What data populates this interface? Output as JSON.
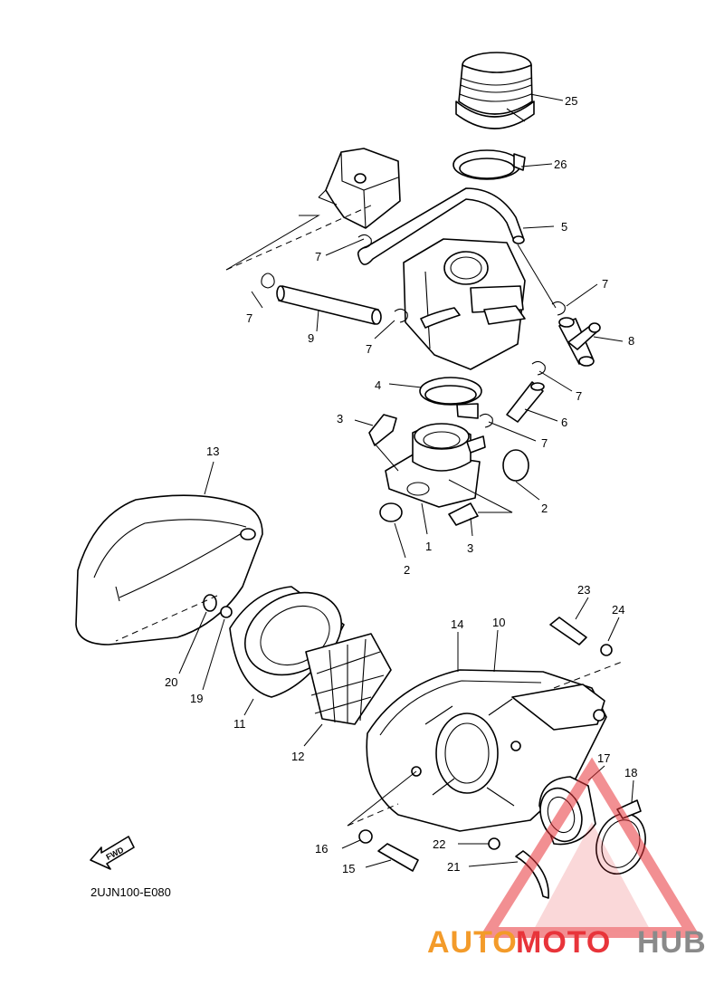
{
  "diagram": {
    "code": "2UJN100-E080",
    "fwd_label": "FWD",
    "callouts": [
      {
        "id": "c25",
        "label": "25"
      },
      {
        "id": "c26",
        "label": "26"
      },
      {
        "id": "c5",
        "label": "5"
      },
      {
        "id": "c7a",
        "label": "7"
      },
      {
        "id": "c7b",
        "label": "7"
      },
      {
        "id": "c7c",
        "label": "7"
      },
      {
        "id": "c7d",
        "label": "7"
      },
      {
        "id": "c7e",
        "label": "7"
      },
      {
        "id": "c7f",
        "label": "7"
      },
      {
        "id": "c9",
        "label": "9"
      },
      {
        "id": "c8",
        "label": "8"
      },
      {
        "id": "c4",
        "label": "4"
      },
      {
        "id": "c6",
        "label": "6"
      },
      {
        "id": "c3a",
        "label": "3"
      },
      {
        "id": "c3b",
        "label": "3"
      },
      {
        "id": "c13",
        "label": "13"
      },
      {
        "id": "c2a",
        "label": "2"
      },
      {
        "id": "c2b",
        "label": "2"
      },
      {
        "id": "c1",
        "label": "1"
      },
      {
        "id": "c23",
        "label": "23"
      },
      {
        "id": "c24",
        "label": "24"
      },
      {
        "id": "c14",
        "label": "14"
      },
      {
        "id": "c10",
        "label": "10"
      },
      {
        "id": "c20",
        "label": "20"
      },
      {
        "id": "c19",
        "label": "19"
      },
      {
        "id": "c11",
        "label": "11"
      },
      {
        "id": "c12",
        "label": "12"
      },
      {
        "id": "c17",
        "label": "17"
      },
      {
        "id": "c18",
        "label": "18"
      },
      {
        "id": "c16",
        "label": "16"
      },
      {
        "id": "c22",
        "label": "22"
      },
      {
        "id": "c15",
        "label": "15"
      },
      {
        "id": "c21",
        "label": "21"
      }
    ]
  },
  "watermark": {
    "part_a": "AUTO",
    "part_b": "MOTO",
    "part_c": "HUB",
    "triangle_color": "#e8343a"
  }
}
